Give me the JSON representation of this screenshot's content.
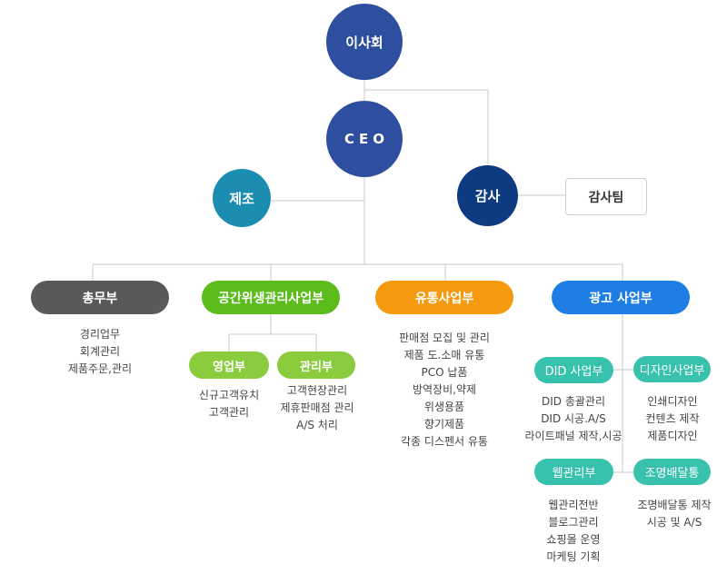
{
  "board": {
    "label": "이사회"
  },
  "ceo": {
    "label": "CEO"
  },
  "manufacturing": {
    "label": "제조"
  },
  "audit": {
    "label": "감사"
  },
  "audit_team": {
    "label": "감사팀"
  },
  "general_affairs": {
    "label": "총무부",
    "items": [
      "경리업무",
      "회계관리",
      "제품주문,관리"
    ]
  },
  "hygiene": {
    "label": "공간위생관리사업부",
    "sales": {
      "label": "영업부",
      "items": [
        "신규고객유치",
        "고객관리"
      ]
    },
    "management": {
      "label": "관리부",
      "items": [
        "고객현장관리",
        "제휴판매점 관리",
        "A/S 처리"
      ]
    }
  },
  "distribution": {
    "label": "유통사업부",
    "items": [
      "판매점 모집 및 관리",
      "제품 도.소매 유통",
      "PCO 납품",
      "방역장비,약제",
      "위생용품",
      "향기제품",
      "각종 디스펜서 유통"
    ]
  },
  "advertising": {
    "label": "광고 사업부",
    "did": {
      "label": "DID 사업부",
      "items": [
        "DID 총괄관리",
        "DID 시공.A/S",
        "라이트패널 제작,시공"
      ]
    },
    "design": {
      "label": "디자인사업부",
      "items": [
        "인쇄디자인",
        "컨텐츠 제작",
        "제품디자인"
      ]
    },
    "web": {
      "label": "웹관리부",
      "items": [
        "웹관리전반",
        "블로그관리",
        "쇼핑몰 운영",
        "마케팅 기획"
      ]
    },
    "lighting": {
      "label": "조명배달통",
      "items": [
        "조명배달통 제작",
        "시공 및 A/S"
      ]
    }
  },
  "colors": {
    "board": "#2e4fa0",
    "ceo": "#2e4fa0",
    "manufacturing": "#1a8db0",
    "audit": "#0d3a80",
    "general_affairs": "#595959",
    "hygiene": "#5bbc1c",
    "distribution": "#f59a0e",
    "advertising": "#1f7ee6",
    "sub_hygiene": "#8bcc3f",
    "sub_advertising": "#38c2ad",
    "connector": "#c8c8c8"
  }
}
